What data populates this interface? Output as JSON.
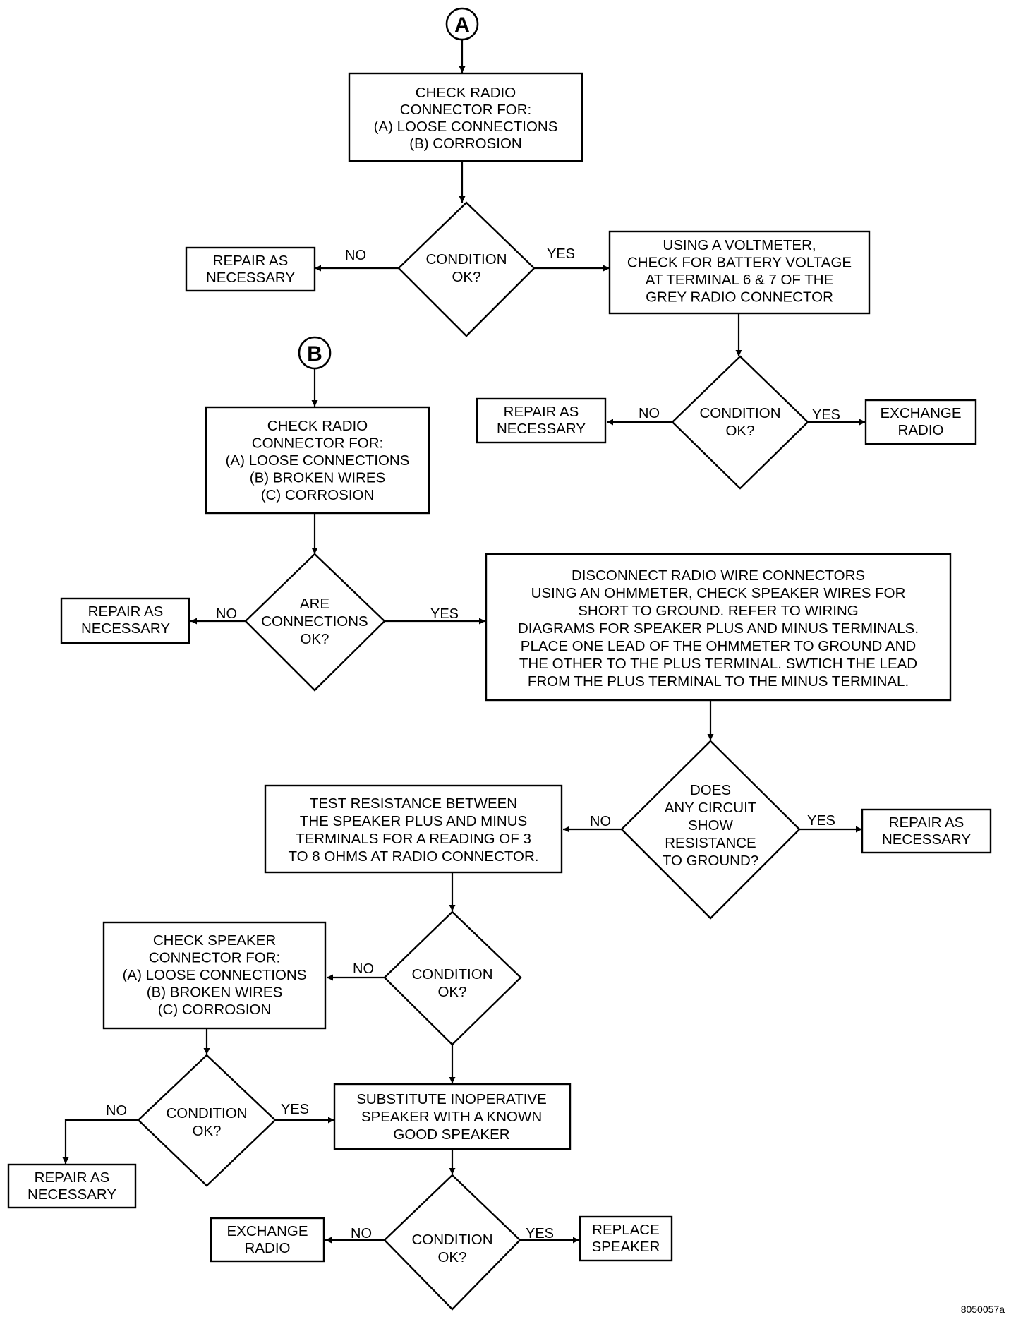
{
  "connectors": {
    "a": "A",
    "b": "B"
  },
  "boxes": {
    "check_radio_a": [
      "CHECK RADIO",
      "CONNECTOR FOR:",
      "(A) LOOSE CONNECTIONS",
      "(B) CORROSION"
    ],
    "repair_1": [
      "REPAIR AS",
      "NECESSARY"
    ],
    "voltmeter": [
      "USING A VOLTMETER,",
      "CHECK FOR BATTERY VOLTAGE",
      "AT TERMINAL 6 & 7 OF THE",
      "GREY RADIO CONNECTOR"
    ],
    "repair_2": [
      "REPAIR AS",
      "NECESSARY"
    ],
    "exchange_1": [
      "EXCHANGE",
      "RADIO"
    ],
    "check_radio_b": [
      "CHECK RADIO",
      "CONNECTOR FOR:",
      "(A) LOOSE CONNECTIONS",
      "(B) BROKEN WIRES",
      "(C) CORROSION"
    ],
    "repair_3": [
      "REPAIR AS",
      "NECESSARY"
    ],
    "disconnect": [
      "DISCONNECT RADIO WIRE CONNECTORS",
      "USING AN OHMMETER, CHECK SPEAKER WIRES FOR",
      "SHORT TO GROUND.  REFER TO    WIRING",
      "DIAGRAMS FOR SPEAKER PLUS AND MINUS TERMINALS.",
      "PLACE ONE LEAD OF THE OHMMETER TO GROUND AND",
      "THE OTHER TO THE PLUS TERMINAL.  SWTICH THE LEAD",
      "FROM THE PLUS TERMINAL TO THE MINUS TERMINAL."
    ],
    "test_resistance": [
      "TEST RESISTANCE  BETWEEN",
      "THE SPEAKER PLUS AND MINUS",
      "TERMINALS FOR A READING OF 3",
      "TO 8 OHMS AT RADIO CONNECTOR."
    ],
    "repair_4": [
      "REPAIR AS",
      "NECESSARY"
    ],
    "check_speaker": [
      "CHECK SPEAKER",
      "CONNECTOR FOR:",
      "(A) LOOSE CONNECTIONS",
      "(B) BROKEN WIRES",
      "(C) CORROSION"
    ],
    "substitute": [
      "SUBSTITUTE INOPERATIVE",
      "SPEAKER WITH A KNOWN",
      "GOOD SPEAKER"
    ],
    "repair_5": [
      "REPAIR AS",
      "NECESSARY"
    ],
    "exchange_2": [
      "EXCHANGE",
      "RADIO"
    ],
    "replace": [
      "REPLACE",
      "SPEAKER"
    ]
  },
  "decisions": {
    "d1": [
      "CONDITION",
      "OK?"
    ],
    "d2": [
      "CONDITION",
      "OK?"
    ],
    "d3": [
      "ARE",
      "CONNECTIONS",
      "OK?"
    ],
    "d4": [
      "DOES",
      "ANY CIRCUIT",
      "SHOW",
      "RESISTANCE",
      "TO GROUND?"
    ],
    "d5": [
      "CONDITION",
      "OK?"
    ],
    "d6": [
      "CONDITION",
      "OK?"
    ],
    "d7": [
      "CONDITION",
      "OK?"
    ]
  },
  "labels": {
    "d1_no": "NO",
    "d1_yes": "YES",
    "d2_no": "NO",
    "d2_yes": "YES",
    "d3_no": "NO",
    "d3_yes": "YES",
    "d4_no": "NO",
    "d4_yes": "YES",
    "d5_no": "NO",
    "d6_no": "NO",
    "d6_yes": "YES",
    "d7_no": "NO",
    "d7_yes": "YES"
  },
  "figure_code": "8050057a"
}
